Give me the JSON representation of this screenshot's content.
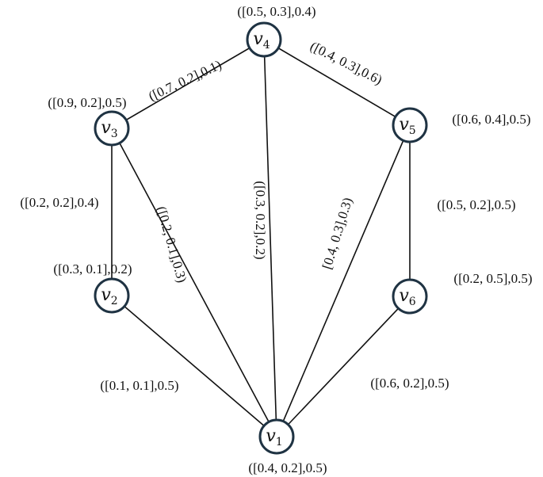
{
  "graph": {
    "nodes": [
      {
        "id": "v1",
        "name": "v",
        "sub": "1",
        "value": "([0.4, 0.2],0.5)"
      },
      {
        "id": "v2",
        "name": "v",
        "sub": "2",
        "value": "([0.3, 0.1],0.2)"
      },
      {
        "id": "v3",
        "name": "v",
        "sub": "3",
        "value": "([0.9, 0.2],0.5)"
      },
      {
        "id": "v4",
        "name": "v",
        "sub": "4",
        "value": "([0.5, 0.3],0.4)"
      },
      {
        "id": "v5",
        "name": "v",
        "sub": "5",
        "value": "([0.6, 0.4],0.5)"
      },
      {
        "id": "v6",
        "name": "v",
        "sub": "6",
        "value": "([0.2, 0.5],0.5)"
      }
    ],
    "edges": [
      {
        "from": "v3",
        "to": "v4",
        "label": "([0.7, 0.2],0.1)"
      },
      {
        "from": "v4",
        "to": "v5",
        "label": "([0.4, 0.3],0.6)"
      },
      {
        "from": "v3",
        "to": "v2",
        "label": "([0.2, 0.2],0.4)"
      },
      {
        "from": "v3",
        "to": "v1",
        "label": "([0.2, 0.1],0.3)"
      },
      {
        "from": "v4",
        "to": "v1",
        "label": "([0.3, 0.2],0.2)"
      },
      {
        "from": "v5",
        "to": "v1",
        "label": "[0.4, 0.3],0.3)"
      },
      {
        "from": "v5",
        "to": "v6",
        "label": "([0.5, 0.2],0.5)"
      },
      {
        "from": "v2",
        "to": "v1",
        "label": "([0.1, 0.1],0.5)"
      },
      {
        "from": "v6",
        "to": "v1",
        "label": "([0.6, 0.2],0.5)"
      }
    ]
  }
}
